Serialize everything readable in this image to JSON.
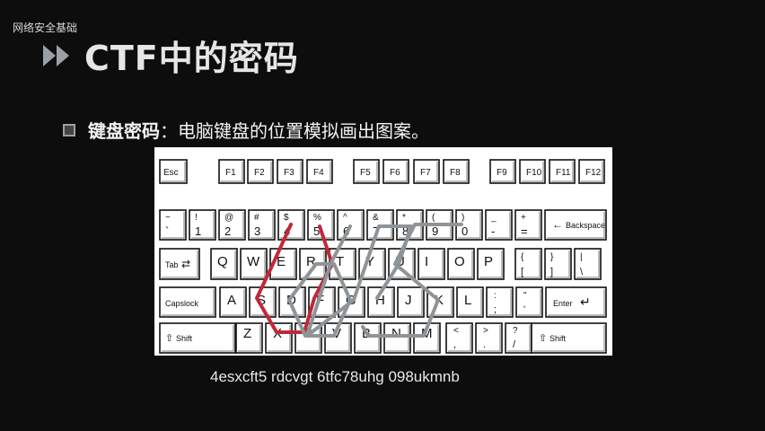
{
  "watermark": "网络安全基础",
  "title": "CTF中的密码",
  "bullet": {
    "bold": "键盘密码",
    "separator": "：",
    "rest": "电脑键盘的位置模拟画出图案。"
  },
  "caption": "4esxcft5 rdcvgt 6tfc78uhg 098ukmnb",
  "keyboard": {
    "fkeys": [
      "Esc",
      "F1",
      "F2",
      "F3",
      "F4",
      "F5",
      "F6",
      "F7",
      "F8",
      "F9",
      "F10",
      "F11",
      "F12"
    ],
    "number_row": [
      {
        "top": "~",
        "bot": "`"
      },
      {
        "top": "!",
        "bot": "1"
      },
      {
        "top": "@",
        "bot": "2"
      },
      {
        "top": "#",
        "bot": "3"
      },
      {
        "top": "$",
        "bot": "4"
      },
      {
        "top": "%",
        "bot": "5"
      },
      {
        "top": "^",
        "bot": "6"
      },
      {
        "top": "&",
        "bot": "7"
      },
      {
        "top": "*",
        "bot": "8"
      },
      {
        "top": "(",
        "bot": "9"
      },
      {
        "top": ")",
        "bot": "0"
      },
      {
        "top": "_",
        "bot": "-"
      },
      {
        "top": "+",
        "bot": "="
      }
    ],
    "backspace": "Backspace",
    "tab": "Tab",
    "qwerty_row": [
      "Q",
      "W",
      "E",
      "R",
      "T",
      "Y",
      "U",
      "I",
      "O",
      "P"
    ],
    "bracket_keys": [
      {
        "top": "{",
        "bot": "["
      },
      {
        "top": "}",
        "bot": "]"
      },
      {
        "top": "|",
        "bot": "\\"
      }
    ],
    "capslock": "Capslock",
    "asdf_row": [
      "A",
      "S",
      "D",
      "F",
      "G",
      "H",
      "J",
      "K",
      "L"
    ],
    "semi_keys": [
      {
        "top": ":",
        "bot": ";"
      },
      {
        "top": "\"",
        "bot": "'"
      }
    ],
    "enter": "Enter",
    "shift_left": "Shift",
    "zxcv_row": [
      "Z",
      "X",
      "C",
      "V",
      "B",
      "N",
      "M"
    ],
    "punct_keys": [
      {
        "top": "<",
        "bot": ","
      },
      {
        "top": ">",
        "bot": "."
      },
      {
        "top": "?",
        "bot": "/"
      }
    ],
    "shift_right": "Shift"
  },
  "colors": {
    "path_red": "#c0283a",
    "path_gray": "#8e9498"
  }
}
